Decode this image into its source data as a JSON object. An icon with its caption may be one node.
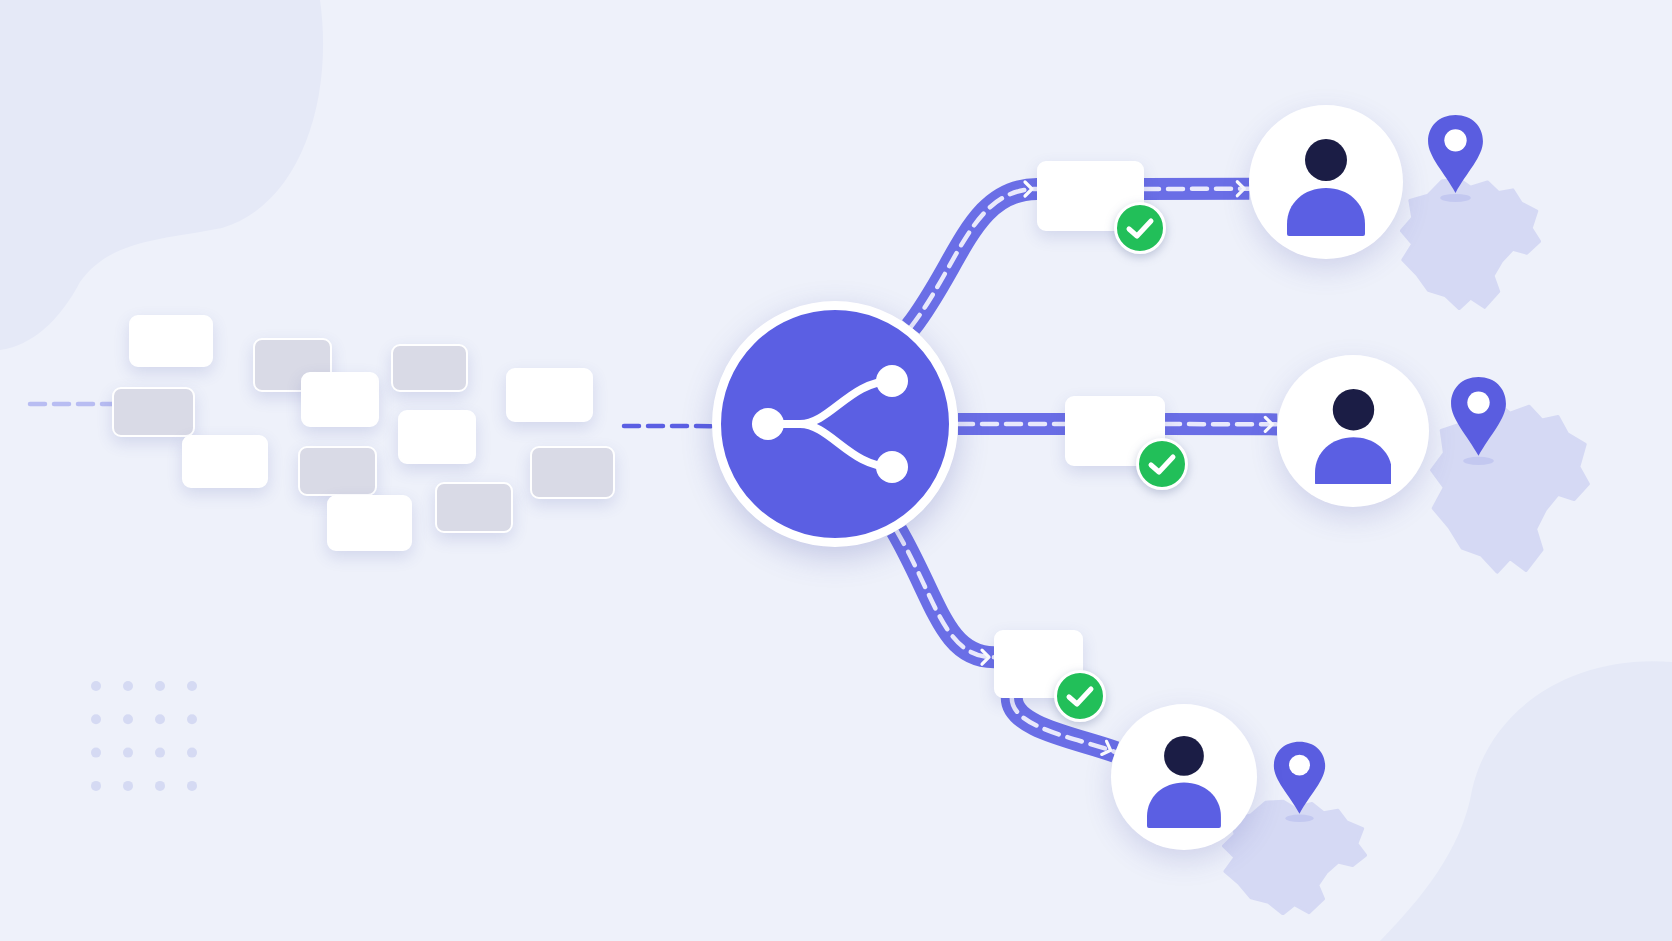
{
  "diagram": {
    "nodes": [
      {
        "text": [],
        "shape": "box"
      },
      {
        "text": [],
        "shape": "box"
      },
      {
        "text": [],
        "shape": "box"
      },
      {
        "text": [],
        "shape": "box"
      },
      {
        "text": [],
        "shape": "box"
      },
      {
        "text": [],
        "shape": "box"
      },
      {
        "text": [],
        "shape": "box"
      },
      {
        "text": [],
        "shape": "box"
      },
      {
        "text": [],
        "shape": "box"
      },
      {
        "text": [],
        "shape": "box"
      },
      {
        "text": [],
        "shape": "box"
      },
      {
        "text": [],
        "shape": "box"
      },
      {
        "text": [],
        "shape": "circle"
      },
      {
        "text": [],
        "shape": "box"
      },
      {
        "text": [],
        "shape": "person"
      },
      {
        "text": [],
        "shape": "box"
      },
      {
        "text": [],
        "shape": "person"
      },
      {
        "text": [],
        "shape": "box"
      },
      {
        "text": [],
        "shape": "person"
      }
    ],
    "edges": [
      {
        "from": null,
        "to": 0,
        "arrow": "none",
        "style": "dashed",
        "color": "#b8bdf2"
      },
      {
        "from": null,
        "to": 12,
        "arrow": "none",
        "style": "dashed",
        "color": "#5b5fe3"
      },
      {
        "from": 12,
        "to": 13,
        "arrow": "to",
        "style": "dashed"
      },
      {
        "from": 13,
        "to": 14,
        "arrow": "to",
        "style": "dashed"
      },
      {
        "from": 12,
        "to": 15,
        "arrow": "none",
        "style": "dashed"
      },
      {
        "from": 15,
        "to": 16,
        "arrow": "to",
        "style": "dashed"
      },
      {
        "from": 12,
        "to": 17,
        "arrow": "to",
        "style": "dashed"
      },
      {
        "from": 17,
        "to": 18,
        "arrow": "to",
        "style": "dashed"
      }
    ]
  }
}
